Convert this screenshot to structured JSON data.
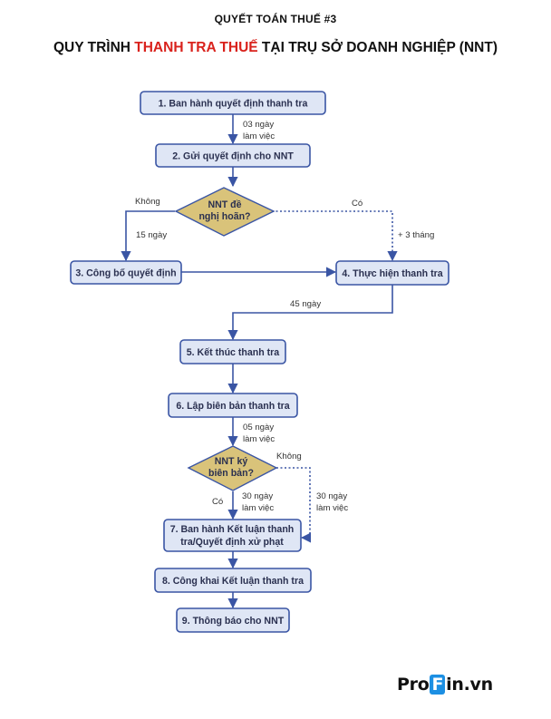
{
  "header": {
    "supertitle": "QUYẾT TOÁN THUẾ #3",
    "title_part1": "QUY TRÌNH ",
    "title_highlight": "THANH TRA THUẾ",
    "title_part2": " TẠI TRỤ SỞ DOANH NGHIỆP (NNT)"
  },
  "steps": {
    "s1": "1. Ban hành quyết định thanh tra",
    "s2": "2. Gửi quyết định cho NNT",
    "s3": "3. Công bố quyết định",
    "s4": "4. Thực hiện thanh tra",
    "s5": "5. Kết thúc thanh tra",
    "s6": "6. Lập biên bản thanh tra",
    "s7_line1": "7. Ban hành Kết luận thanh",
    "s7_line2": "tra/Quyết định xử phạt",
    "s8": "8. Công khai Kết luận thanh tra",
    "s9": "9. Thông báo cho NNT"
  },
  "decisions": {
    "d1_line1": "NNT đề",
    "d1_line2": "nghị hoãn?",
    "d2_line1": "NNT ký",
    "d2_line2": "biên bản?"
  },
  "labels": {
    "t1_line1": "03 ngày",
    "t1_line2": "làm việc",
    "d1_no": "Không",
    "d1_yes": "Có",
    "d1_no_time": "15 ngày",
    "d1_yes_time": "+ 3 tháng",
    "t4": "45 ngày",
    "t6_line1": "05 ngày",
    "t6_line2": "làm việc",
    "d2_yes": "Có",
    "d2_no": "Không",
    "d2_yes_time_line1": "30 ngày",
    "d2_yes_time_line2": "làm việc",
    "d2_no_time_line1": "30 ngày",
    "d2_no_time_line2": "làm việc"
  },
  "logo": {
    "pre": "Pro",
    "mid": "F",
    "post": "in.vn"
  },
  "colors": {
    "box_fill": "#dfe6f5",
    "box_stroke": "#3a55a4",
    "diamond_fill": "#d9c37a",
    "title_highlight": "#d9221c",
    "logo_accent": "#1c8fe3"
  }
}
